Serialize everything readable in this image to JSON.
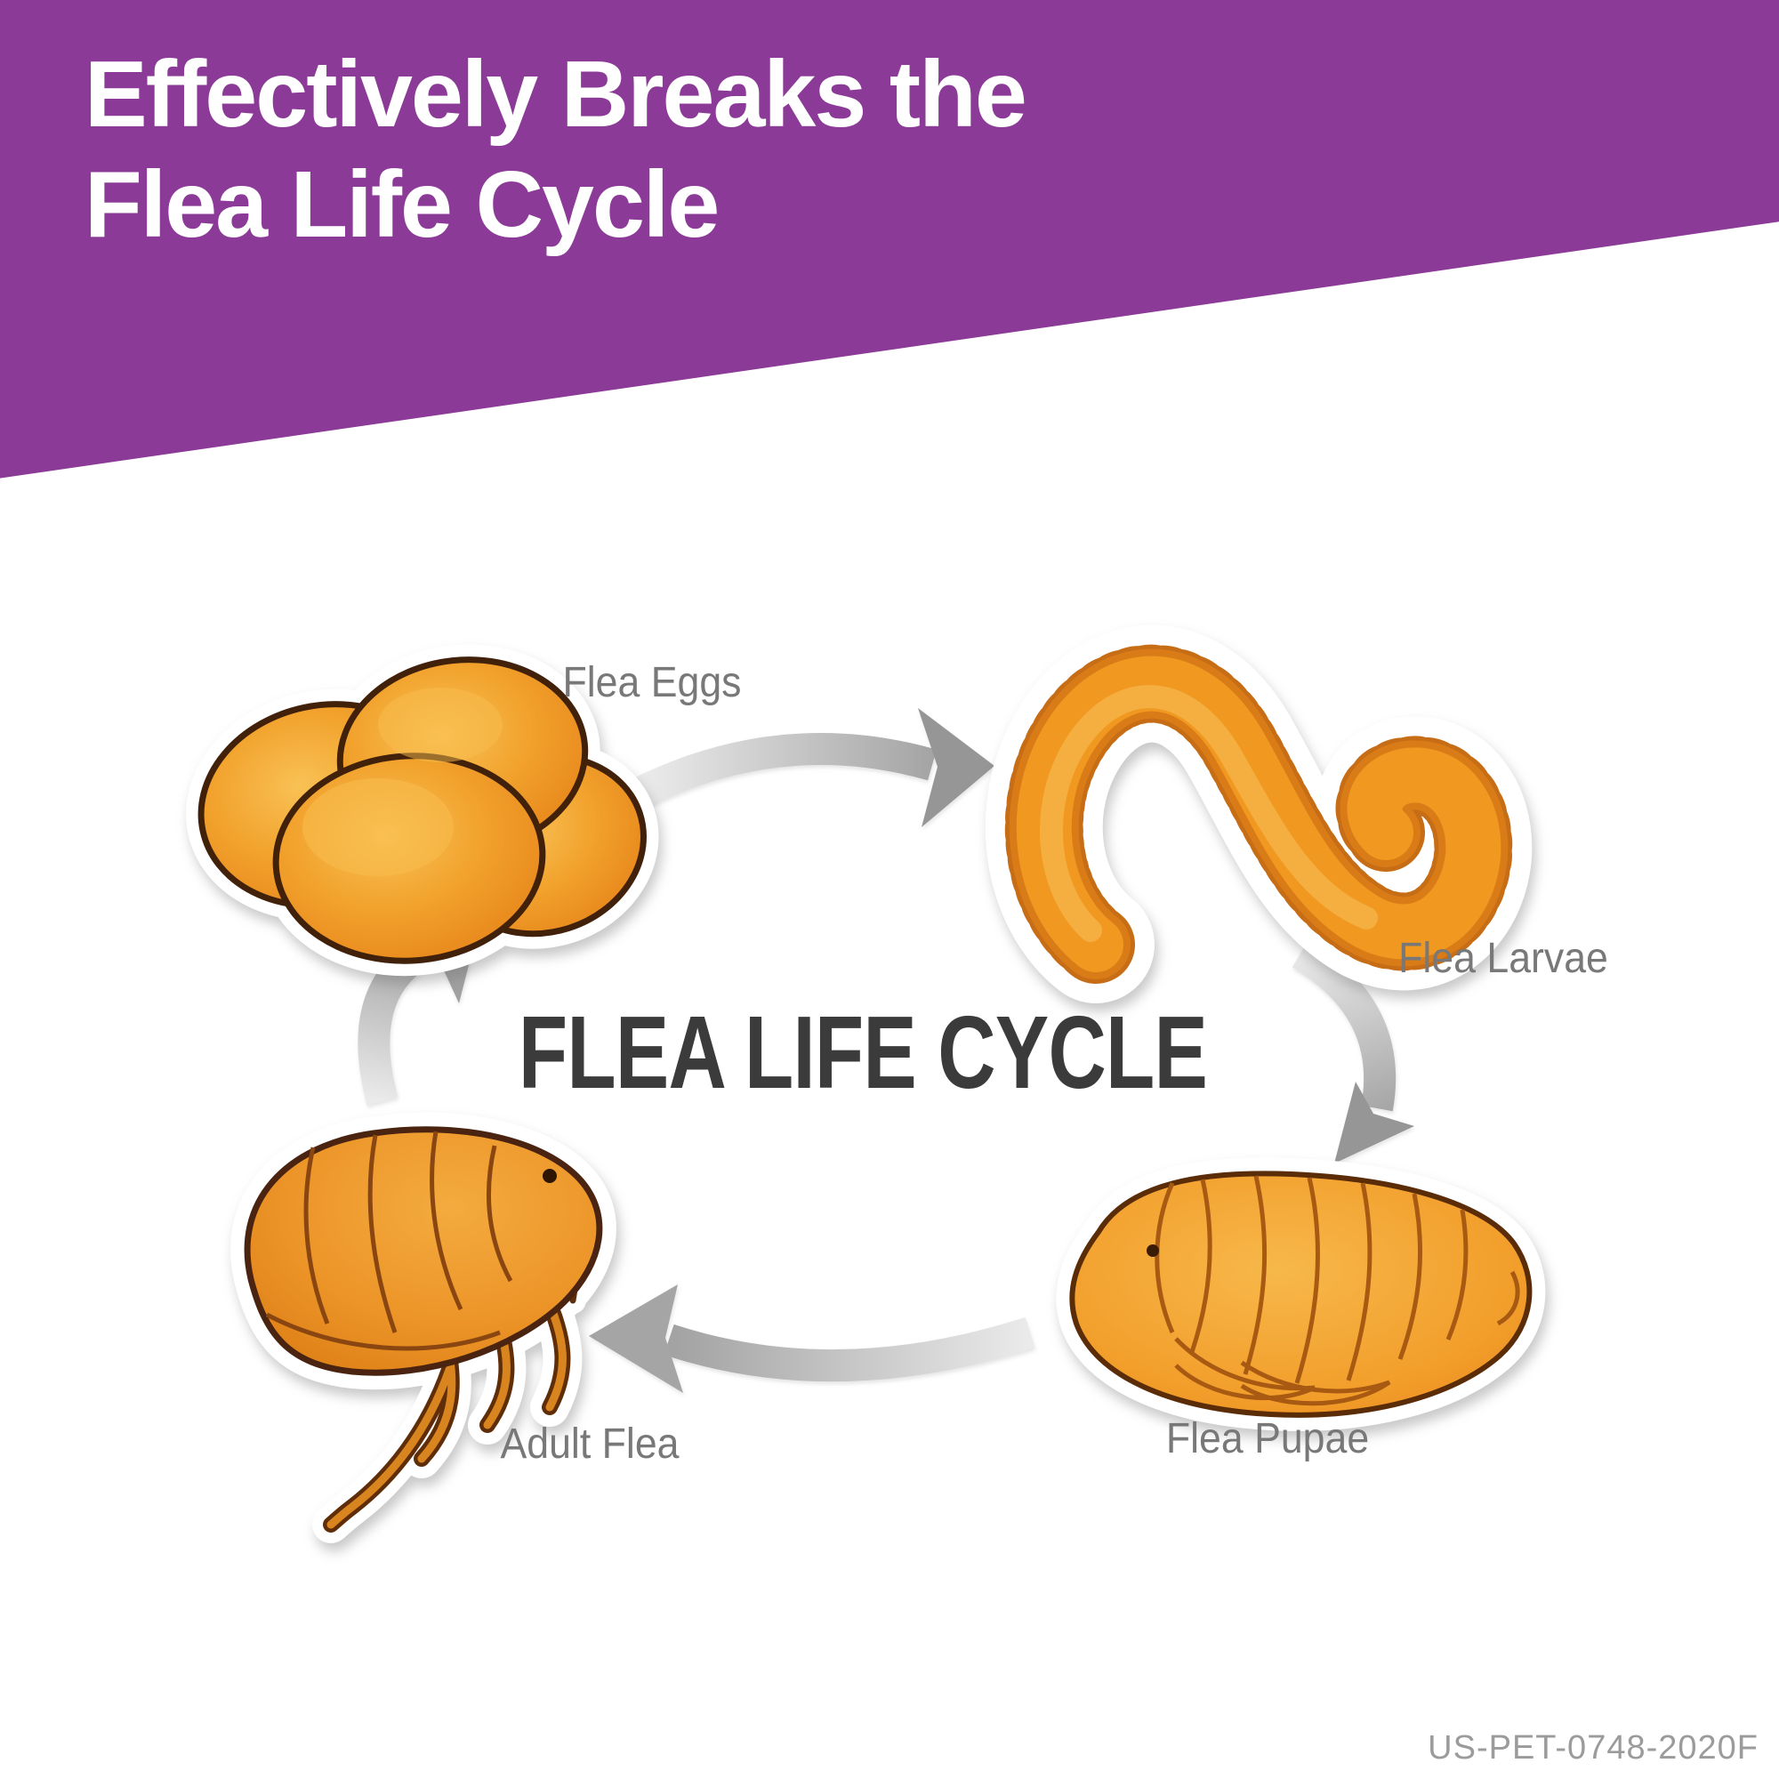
{
  "banner": {
    "line1": "Effectively Breaks the",
    "line2": "Flea Life Cycle",
    "background_color": "#8C3A97",
    "text_color": "#FFFFFF"
  },
  "diagram": {
    "title": "FLEA LIFE CYCLE",
    "title_color": "#3B3B3B",
    "label_color": "#787878",
    "arrow_color": "#9A9A9A",
    "illustration_fill_color": "#F09A28",
    "illustration_outline_color": "#4A2410",
    "stages": [
      {
        "id": "eggs",
        "label": "Flea Eggs"
      },
      {
        "id": "larvae",
        "label": "Flea Larvae"
      },
      {
        "id": "pupae",
        "label": "Flea Pupae"
      },
      {
        "id": "adult",
        "label": "Adult Flea"
      }
    ]
  },
  "footer": {
    "code": "US-PET-0748-2020F",
    "color": "#9B9B9B"
  }
}
